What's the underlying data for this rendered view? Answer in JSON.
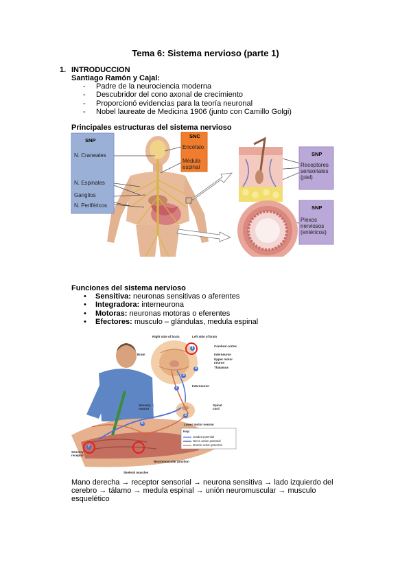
{
  "title": "Tema 6: Sistema nervioso (parte 1)",
  "section": {
    "number": "1.",
    "heading": "INTRODUCCION",
    "subheading": "Santiago Ramón y Cajal:",
    "dash_items": [
      "Padre de la neurociencia moderna",
      "Descubridor del cono axonal de crecimiento",
      "Proporcionó evidencias para la teoría neuronal",
      "Nobel laureate de Medicina 1906 (junto con Camillo Golgi)"
    ]
  },
  "figure1": {
    "heading": "Principales estructuras del sistema nervioso",
    "snp_box": {
      "title": "SNP",
      "items": [
        "N. Craneales",
        "N. Espinales",
        "Ganglios",
        "N. Periféricos"
      ]
    },
    "snc_box": {
      "title": "SNC",
      "items": [
        "Encéfalo",
        "Médula espinal"
      ]
    },
    "right_box_top": {
      "title": "SNP",
      "text": "Receptores sensoriales (piel)"
    },
    "right_box_bottom": {
      "title": "SNP",
      "text": "Plexos nerviosos (entéricos)"
    },
    "colors": {
      "snp": "#9bb0d6",
      "snc": "#ef7d2d",
      "snp_right": "#b9a8d8"
    }
  },
  "functions": {
    "heading": "Funciones del sistema nervioso",
    "items": [
      {
        "term": "Sensitiva:",
        "desc": "neuronas sensitivas o aferentes"
      },
      {
        "term": "Integradora:",
        "desc": "interneurona"
      },
      {
        "term": "Motoras:",
        "desc": "neuronas motoras o eferentes"
      },
      {
        "term": "Efectores:",
        "desc": "musculo – glándulas, medula espinal"
      }
    ]
  },
  "figure2": {
    "labels": {
      "right_brain": "Right side of brain",
      "left_brain": "Left side of brain",
      "brain": "Brain",
      "cerebral_cortex": "Cerebral cortex",
      "interneuron_top": "Interneuron",
      "upper_motor": "Upper motor neuron",
      "thalamus": "Thalamus",
      "interneuron": "Interneuron",
      "sensory_neuron": "Sensory neuron",
      "spinal_cord": "Spinal cord",
      "lower_motor": "Lower motor neuron",
      "sensory_receptor": "Sensory receptor",
      "nmj": "Neuromuscular junction",
      "skeletal": "Skeletal muscles"
    },
    "key": {
      "title": "Key:",
      "items": [
        "Graded potential",
        "Nerve action potential",
        "Muscle action potential"
      ]
    },
    "numbers": [
      "1",
      "2",
      "3",
      "4",
      "5",
      "6",
      "7"
    ]
  },
  "caption": {
    "line1": "Mano derecha → receptor sensorial → neurona sensitiva → lado izquierdo del",
    "line2": "cerebro → tálamo → medula espinal → unión neuromuscular  → musculo",
    "line3": "esquelético"
  }
}
